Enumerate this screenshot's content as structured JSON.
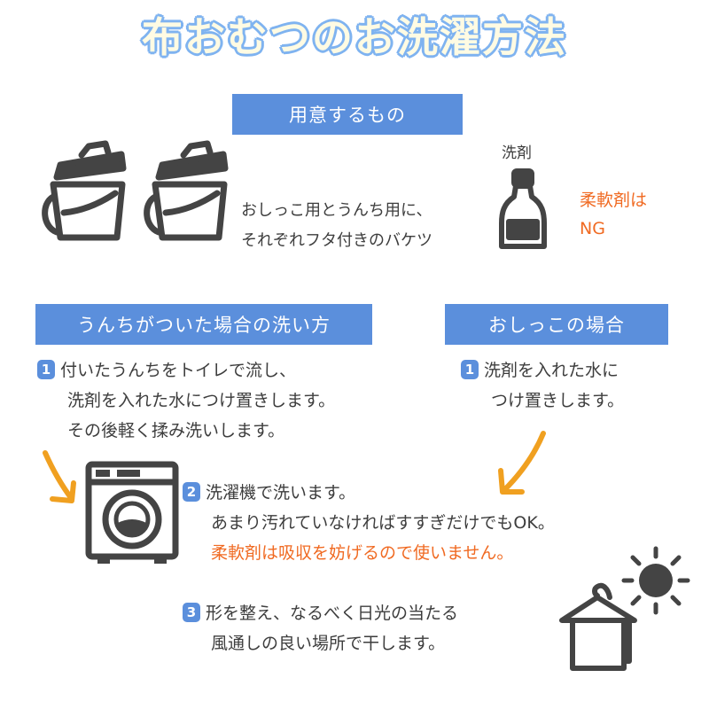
{
  "title": "布おむつのお洗濯方法",
  "prep": {
    "header": "用意するもの",
    "bucket_text": [
      "おしっこ用とうんち用に、",
      "それぞれフタ付きのバケツ"
    ],
    "detergent_label": "洗剤",
    "softener_note": [
      "柔軟剤は",
      "NG"
    ]
  },
  "poop": {
    "header": "うんちがついた場合の洗い方",
    "step1_num": "1",
    "step1": [
      "付いたうんちをトイレで流し、",
      "洗剤を入れた水につけ置きします。",
      "その後軽く揉み洗いします。"
    ]
  },
  "pee": {
    "header": "おしっこの場合",
    "step1_num": "1",
    "step1": [
      "洗剤を入れた水に",
      "つけ置きします。"
    ]
  },
  "step2": {
    "num": "2",
    "lines": [
      "洗濯機で洗います。",
      "あまり汚れていなければすすぎだけでもOK。"
    ],
    "warning": "柔軟剤は吸収を妨げるので使いません。"
  },
  "step3": {
    "num": "3",
    "lines": [
      "形を整え、なるべく日光の当たる",
      "風通しの良い場所で干します。"
    ]
  },
  "colors": {
    "header_bg": "#5b8fdc",
    "accent_orange": "#f06a22",
    "arrow": "#f0a020",
    "icon": "#444444"
  },
  "icons": [
    "bucket-icon",
    "bucket-icon",
    "detergent-bottle-icon",
    "washing-machine-icon",
    "sun-icon",
    "hanger-towel-icon",
    "arrow-icon"
  ]
}
